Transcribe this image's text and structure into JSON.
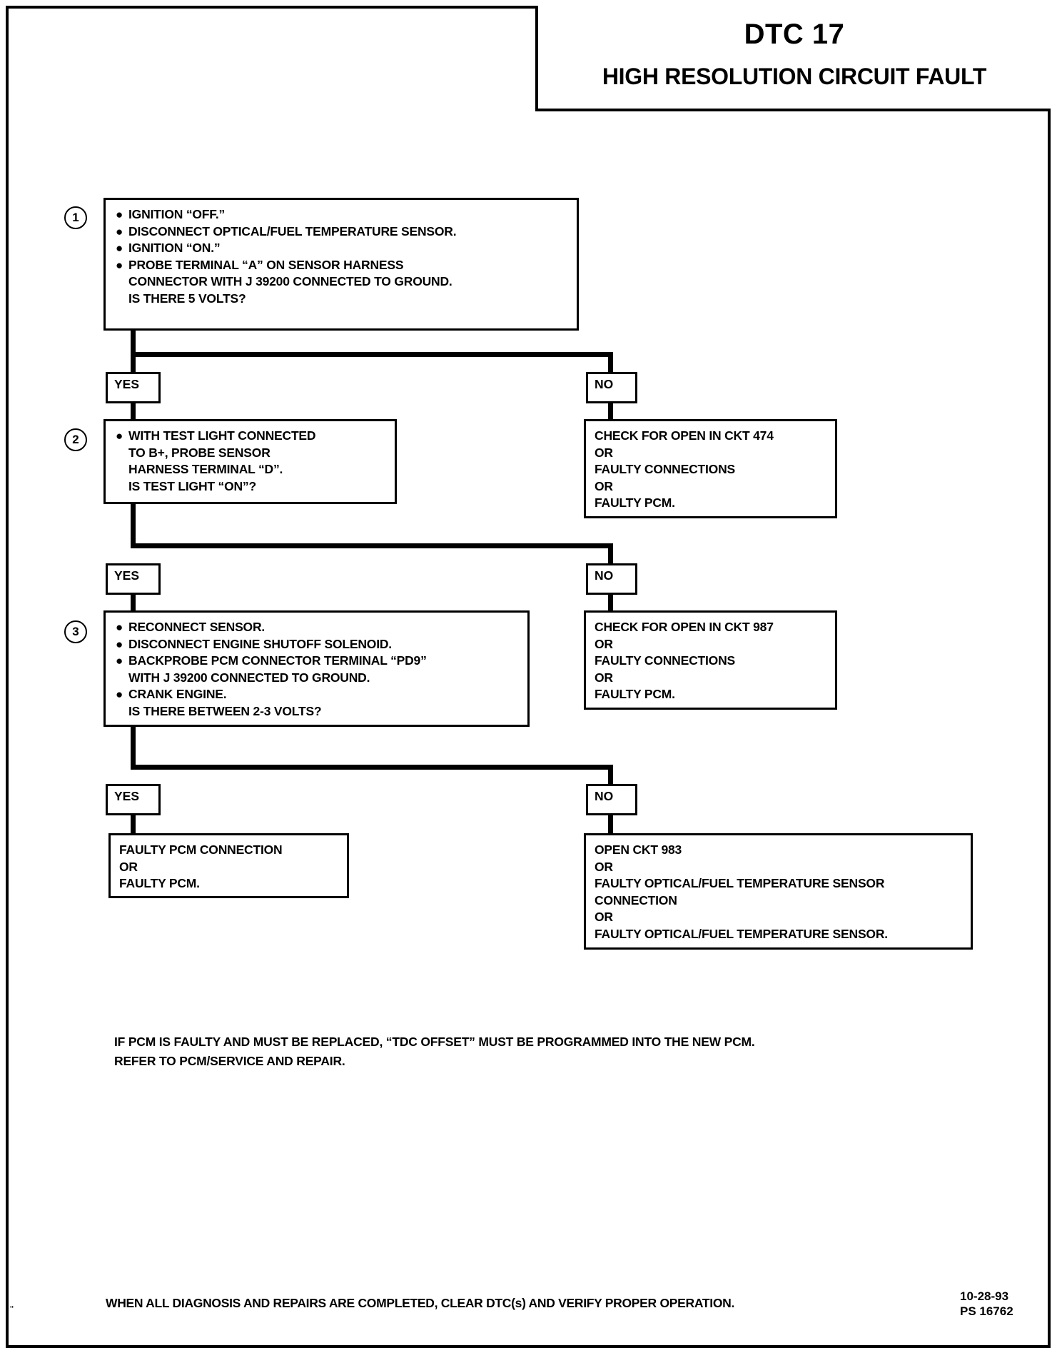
{
  "document": {
    "title_code": "DTC 17",
    "title_name": "HIGH RESOLUTION CIRCUIT FAULT",
    "corner_mark": "''"
  },
  "flowchart": {
    "type": "diagnostic-flowchart",
    "steps": [
      {
        "number": "1",
        "bullets": [
          [
            "IGNITION “OFF.”"
          ],
          [
            "DISCONNECT OPTICAL/FUEL TEMPERATURE SENSOR."
          ],
          [
            "IGNITION “ON.”"
          ],
          [
            "PROBE TERMINAL “A” ON SENSOR HARNESS",
            "CONNECTOR WITH J 39200 CONNECTED TO GROUND.",
            "IS THERE 5 VOLTS?"
          ]
        ]
      },
      {
        "number": "2",
        "bullets": [
          [
            "WITH TEST LIGHT CONNECTED",
            "TO B+, PROBE SENSOR",
            "HARNESS TERMINAL “D”.",
            "IS TEST LIGHT “ON”?"
          ]
        ]
      },
      {
        "number": "3",
        "bullets": [
          [
            "RECONNECT SENSOR."
          ],
          [
            "DISCONNECT ENGINE SHUTOFF SOLENOID."
          ],
          [
            "BACKPROBE PCM CONNECTOR TERMINAL “PD9”",
            "WITH J 39200 CONNECTED TO GROUND."
          ],
          [
            "CRANK ENGINE.",
            "IS THERE BETWEEN 2-3 VOLTS?"
          ]
        ]
      }
    ],
    "branch_labels": {
      "yes": "YES",
      "no": "NO"
    },
    "branches": [
      {
        "id": "branch-1-no",
        "label": "NO",
        "lines": [
          "CHECK FOR OPEN IN CKT 474",
          "OR",
          "FAULTY CONNECTIONS",
          "OR",
          "FAULTY PCM."
        ]
      },
      {
        "id": "branch-2-no",
        "label": "NO",
        "lines": [
          "CHECK FOR OPEN IN CKT 987",
          "OR",
          "FAULTY CONNECTIONS",
          "OR",
          "FAULTY PCM."
        ]
      },
      {
        "id": "branch-3-yes",
        "label": "YES",
        "lines": [
          "FAULTY PCM CONNECTION",
          "OR",
          "FAULTY PCM."
        ]
      },
      {
        "id": "branch-3-no",
        "label": "NO",
        "lines": [
          "OPEN CKT 983",
          "OR",
          "FAULTY OPTICAL/FUEL TEMPERATURE SENSOR",
          "CONNECTION",
          "OR",
          "FAULTY OPTICAL/FUEL TEMPERATURE SENSOR."
        ]
      }
    ]
  },
  "note": {
    "line1": "IF PCM IS FAULTY AND MUST BE REPLACED, “TDC OFFSET” MUST BE PROGRAMMED INTO THE NEW PCM.",
    "line2": "REFER TO PCM/SERVICE AND REPAIR."
  },
  "footer": {
    "text": "WHEN ALL DIAGNOSIS AND REPAIRS ARE COMPLETED, CLEAR DTC(s) AND VERIFY PROPER OPERATION.",
    "date": "10-28-93",
    "reference": "PS 16762"
  }
}
